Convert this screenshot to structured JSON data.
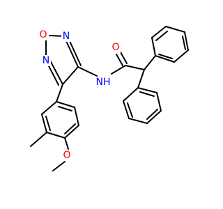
{
  "colors": {
    "bond": "#000000",
    "background": "#ffffff",
    "nitrogen": "#0000ff",
    "oxygen": "#ff0000",
    "nh": "#0000ff"
  },
  "atoms": {
    "carbonyl_oxygen": "O",
    "amide_nh": "NH",
    "ring_oxygen": "O",
    "ring_n_left": "N",
    "ring_n_right": "N",
    "methoxy_oxygen": "O"
  }
}
